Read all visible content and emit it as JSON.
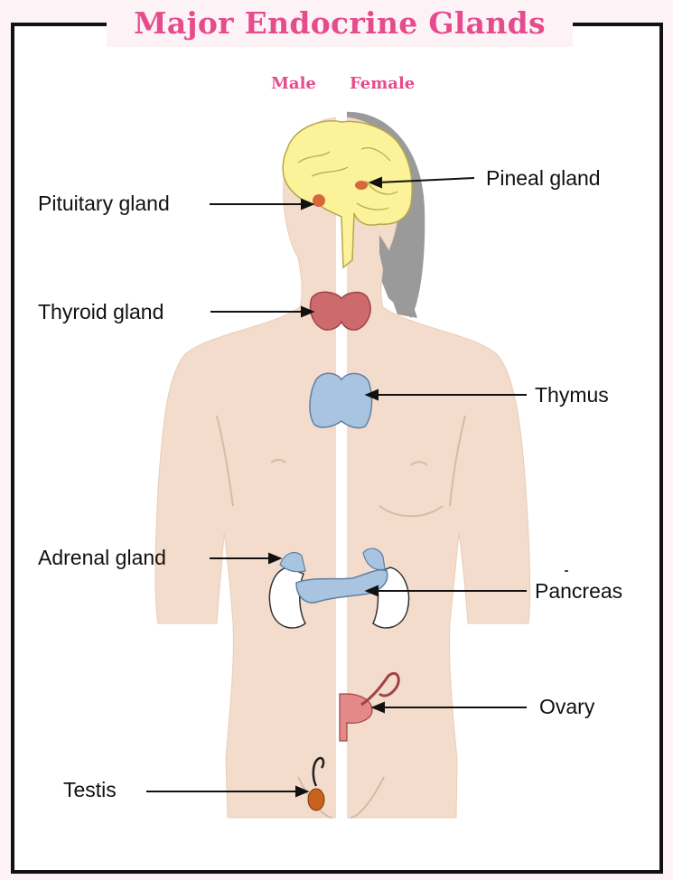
{
  "title": "Major Endocrine Glands",
  "sides": {
    "male": "Male",
    "female": "Female"
  },
  "labels": {
    "pituitary": "Pituitary gland",
    "pineal": "Pineal gland",
    "thyroid": "Thyroid gland",
    "thymus": "Thymus",
    "adrenal": "Adrenal gland",
    "pancreas": "Pancreas",
    "ovary": "Ovary",
    "testis": "Testis"
  },
  "colors": {
    "title": "#e64b8e",
    "skin": "#f3dccb",
    "hair": "#9a9a9a",
    "brain": "#fbf29a",
    "thyroid": "#cd6a6e",
    "thymus": "#a8c4e0",
    "kidney": "#ffffff",
    "ovary": "#e38a88",
    "testis": "#c9621e"
  }
}
